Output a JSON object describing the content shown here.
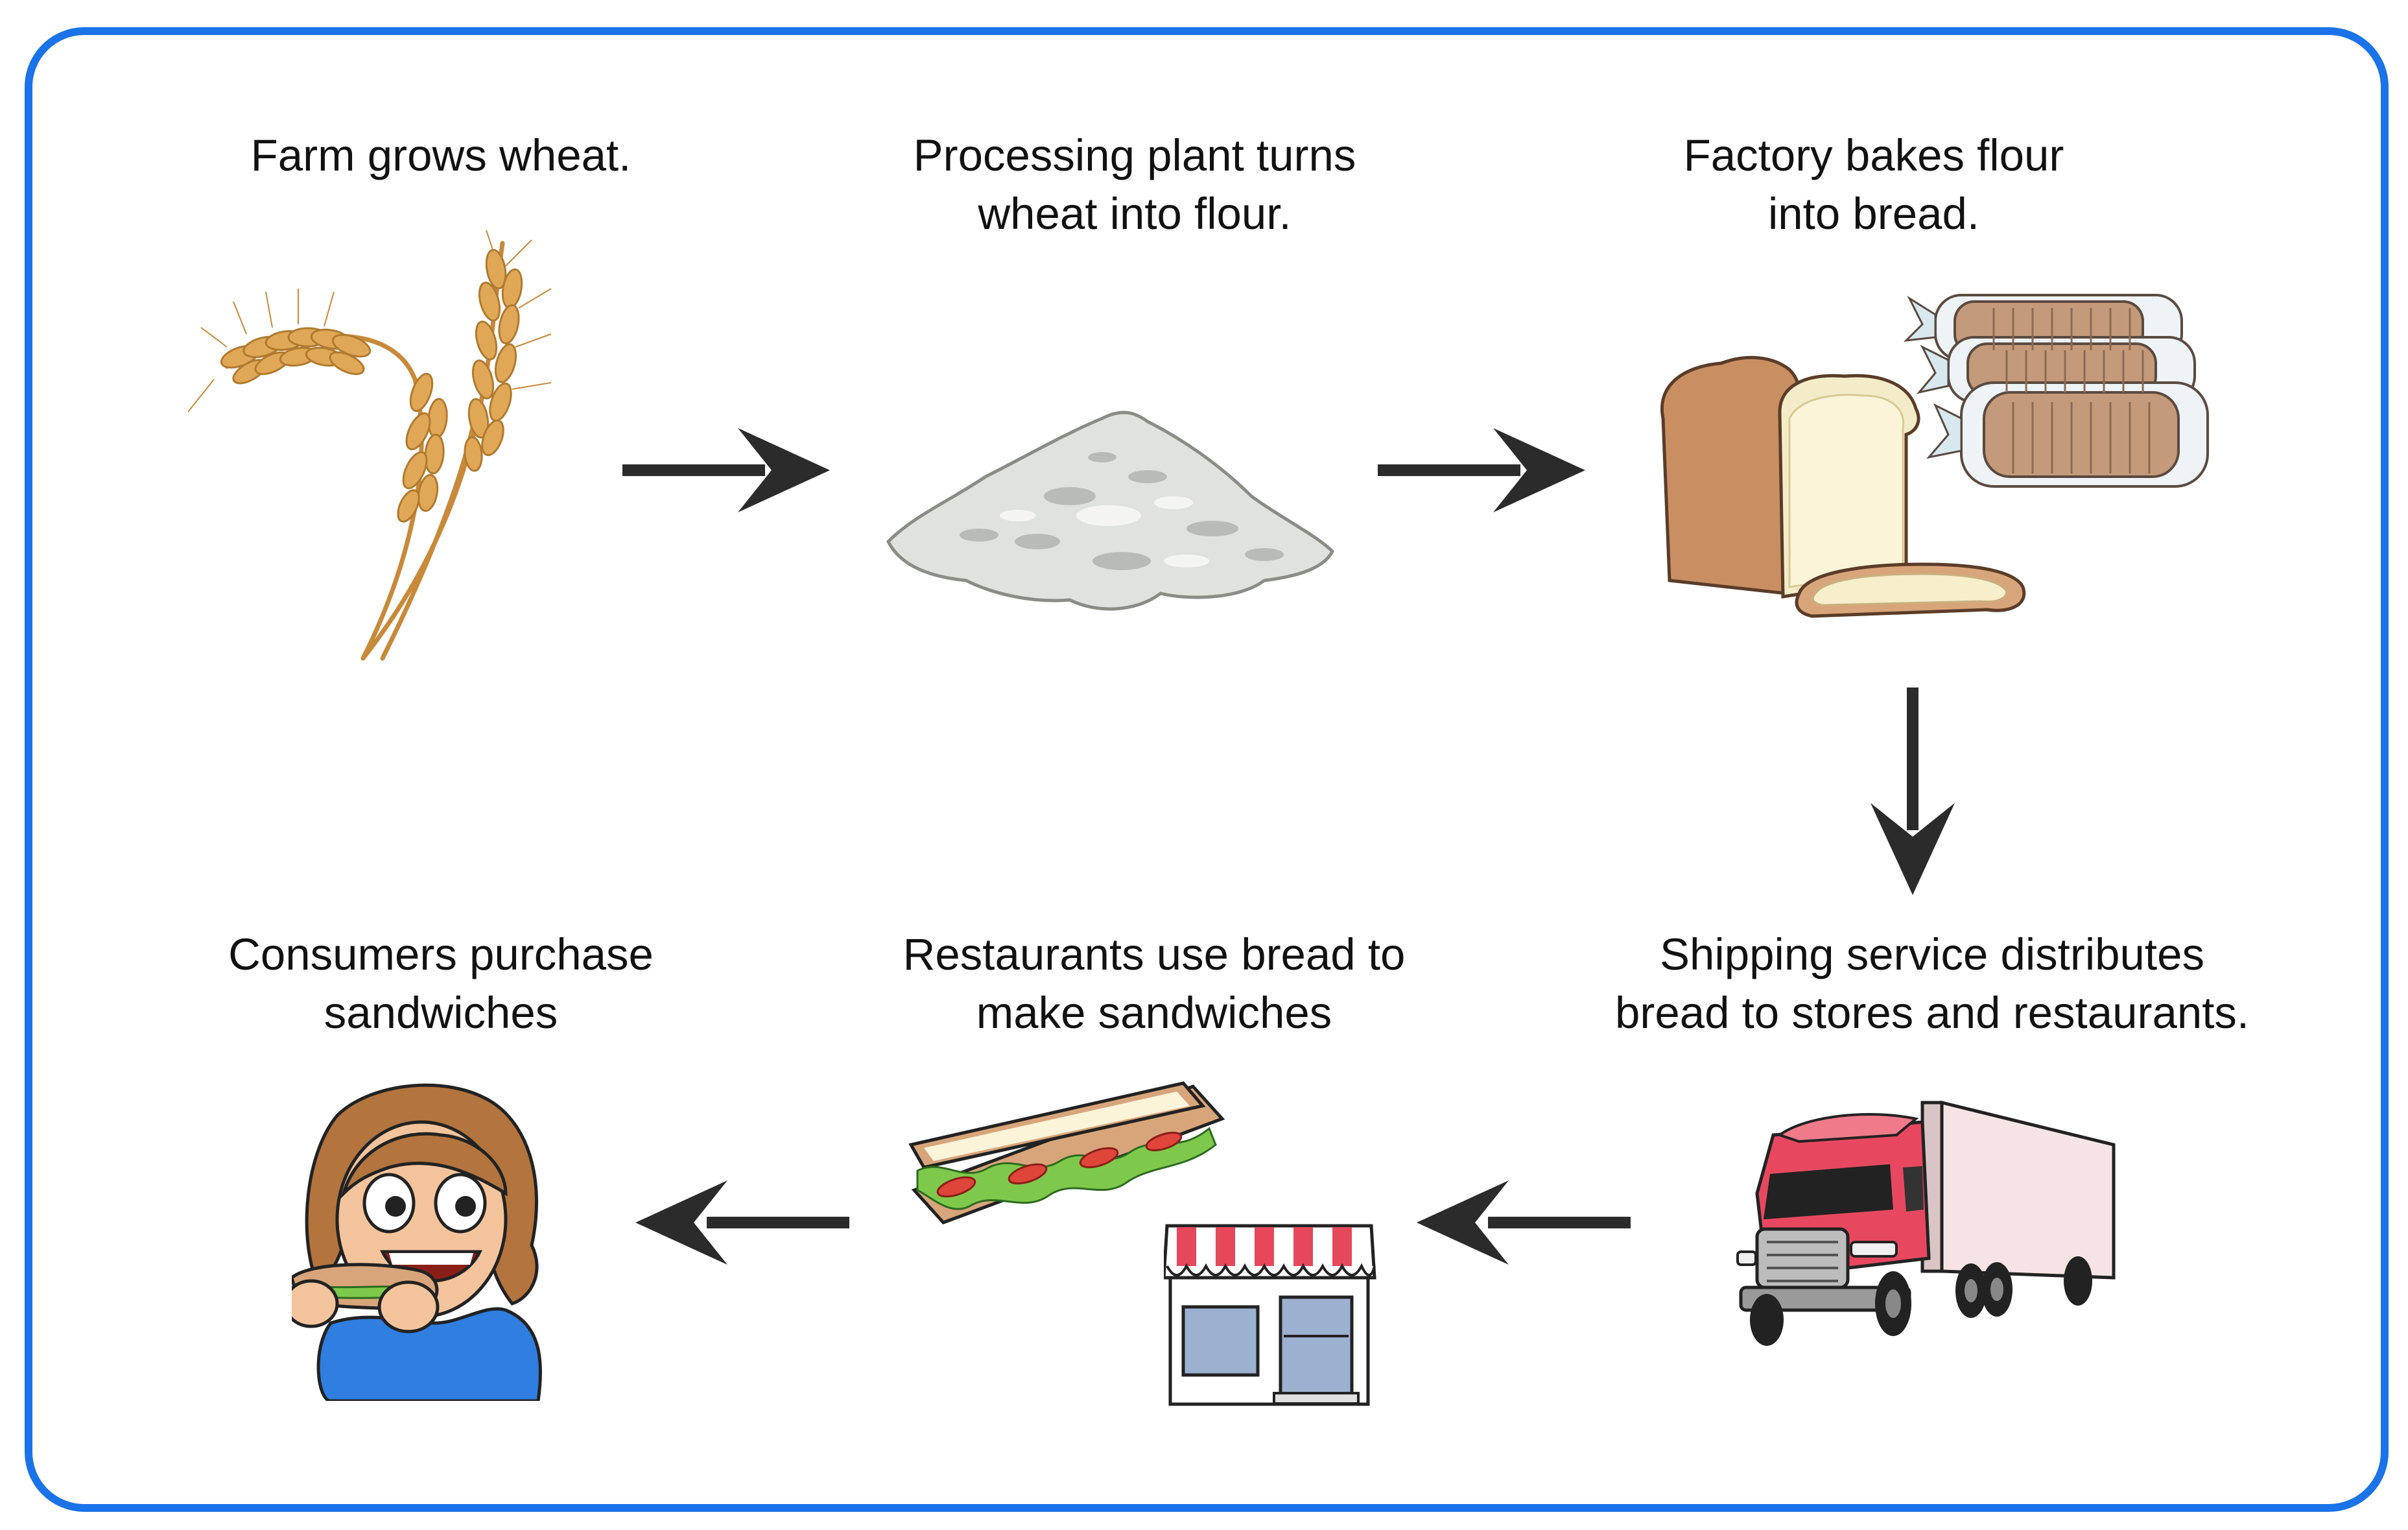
{
  "steps": [
    {
      "id": "farm",
      "caption_lines": [
        "Farm grows wheat."
      ],
      "icon": "wheat-icon"
    },
    {
      "id": "processing",
      "caption_lines": [
        "Processing plant turns",
        "wheat into flour."
      ],
      "icon": "flour-icon"
    },
    {
      "id": "factory",
      "caption_lines": [
        "Factory bakes flour",
        "into bread."
      ],
      "icon": "bread-icon"
    },
    {
      "id": "shipping",
      "caption_lines": [
        "Shipping service distributes",
        "bread to stores and restaurants."
      ],
      "icon": "truck-icon"
    },
    {
      "id": "restaurants",
      "caption_lines": [
        "Restaurants use bread to",
        "make sandwiches"
      ],
      "icon": "sandwich-icon"
    },
    {
      "id": "consumers",
      "caption_lines": [
        "Consumers purchase",
        "sandwiches"
      ],
      "icon": "consumer-icon"
    }
  ],
  "colors": {
    "border": "#1a73e8",
    "arrow": "#2b2b2b",
    "truck_cab": "#e8485f",
    "awning": "#e4485a",
    "shirt": "#2f7ee0",
    "wheat": "#e0a856",
    "flour": "#dfe1dc",
    "bread": "#d8a57a"
  }
}
